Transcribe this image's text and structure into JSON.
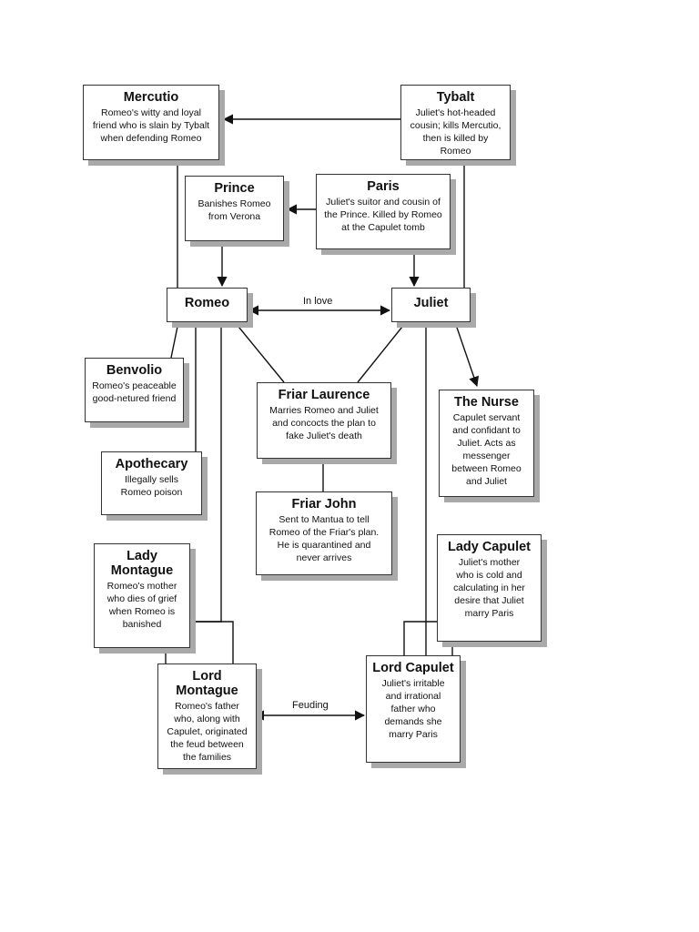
{
  "nodes": {
    "mercutio": {
      "title": "Mercutio",
      "desc": "Romeo's witty and loyal\nfriend who is slain by Tybalt\nwhen defending Romeo"
    },
    "tybalt": {
      "title": "Tybalt",
      "desc": "Juliet's hot-headed\ncousin; kills Mercutio,\nthen is killed by Romeo"
    },
    "prince": {
      "title": "Prince",
      "desc": "Banishes Romeo\nfrom Verona"
    },
    "paris": {
      "title": "Paris",
      "desc": "Juliet's suitor and cousin of\nthe Prince. Killed by Romeo\nat the Capulet tomb"
    },
    "romeo": {
      "title": "Romeo",
      "desc": ""
    },
    "juliet": {
      "title": "Juliet",
      "desc": ""
    },
    "benvolio": {
      "title": "Benvolio",
      "desc": "Romeo's peaceable\ngood-netured friend"
    },
    "friar_laurence": {
      "title": "Friar Laurence",
      "desc": "Marries Romeo and Juliet\nand concocts the plan to\nfake Juliet's death"
    },
    "nurse": {
      "title": "The Nurse",
      "desc": "Capulet servant\nand confidant to\nJuliet. Acts as\nmessenger\nbetween Romeo\nand Juliet"
    },
    "apothecary": {
      "title": "Apothecary",
      "desc": "Illegally sells\nRomeo poison"
    },
    "friar_john": {
      "title": "Friar John",
      "desc": "Sent to Mantua to tell\nRomeo of the Friar's plan.\nHe is quarantined and\nnever arrives"
    },
    "lady_montague": {
      "title": "Lady\nMontague",
      "desc": "Romeo's mother\nwho dies of grief\nwhen Romeo is\nbanished"
    },
    "lady_capulet": {
      "title": "Lady Capulet",
      "desc": "Juliet's mother\nwho is cold and\ncalculating in her\ndesire that Juliet\nmarry Paris"
    },
    "lord_montague": {
      "title": "Lord\nMontague",
      "desc": "Romeo's father\nwho, along with\nCapulet, originated\nthe feud between\nthe families"
    },
    "lord_capulet": {
      "title": "Lord Capulet",
      "desc": "Juliet's irritable\nand irrational\nfather who\ndemands she\nmarry Paris"
    }
  },
  "edge_labels": {
    "in_love": "In love",
    "feuding": "Feuding"
  },
  "colors": {
    "line": "#111111",
    "shadow": "#a9a9a9",
    "border": "#333333"
  }
}
